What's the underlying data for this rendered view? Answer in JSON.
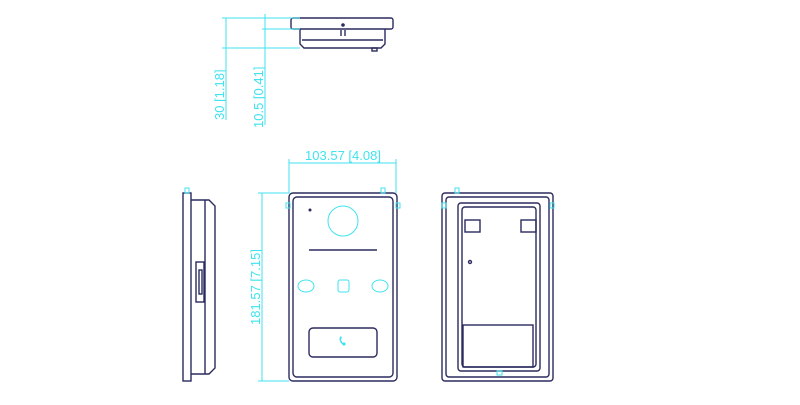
{
  "dimensions": {
    "total_depth": "30 [1.18]",
    "flange_depth": "10.5 [0.41]",
    "width": "103.57 [4.08]",
    "height": "181.57 [7.15]"
  },
  "colors": {
    "dimension": "#3fe3ef",
    "outline": "#2b2b5e"
  }
}
